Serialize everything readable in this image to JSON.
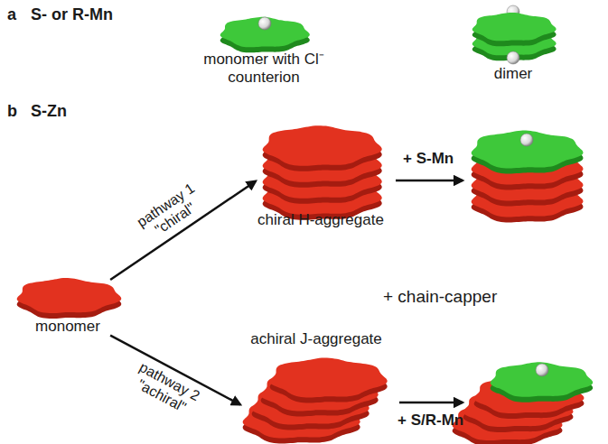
{
  "diagram": {
    "nodes": [
      {
        "text": [
          "monomer with Cl⁻ counterion"
        ]
      },
      {
        "text": [
          "dimer"
        ]
      },
      {
        "text": [
          "monomer"
        ]
      },
      {
        "text": [
          "chiral H-aggregate"
        ]
      },
      {
        "text": [
          "achiral J-aggregate"
        ]
      }
    ],
    "edges": [
      {
        "from": 2,
        "to": 3,
        "arrow": "to",
        "label": "pathway 1 \"chiral\""
      },
      {
        "from": 2,
        "to": 4,
        "arrow": "to",
        "label": "pathway 2 \"achiral\""
      }
    ],
    "labels": [
      "a",
      "S- or R-Mn",
      "b",
      "S-Zn",
      "+ S-Mn",
      "+ chain-capper",
      "+ S/R-Mn"
    ]
  }
}
